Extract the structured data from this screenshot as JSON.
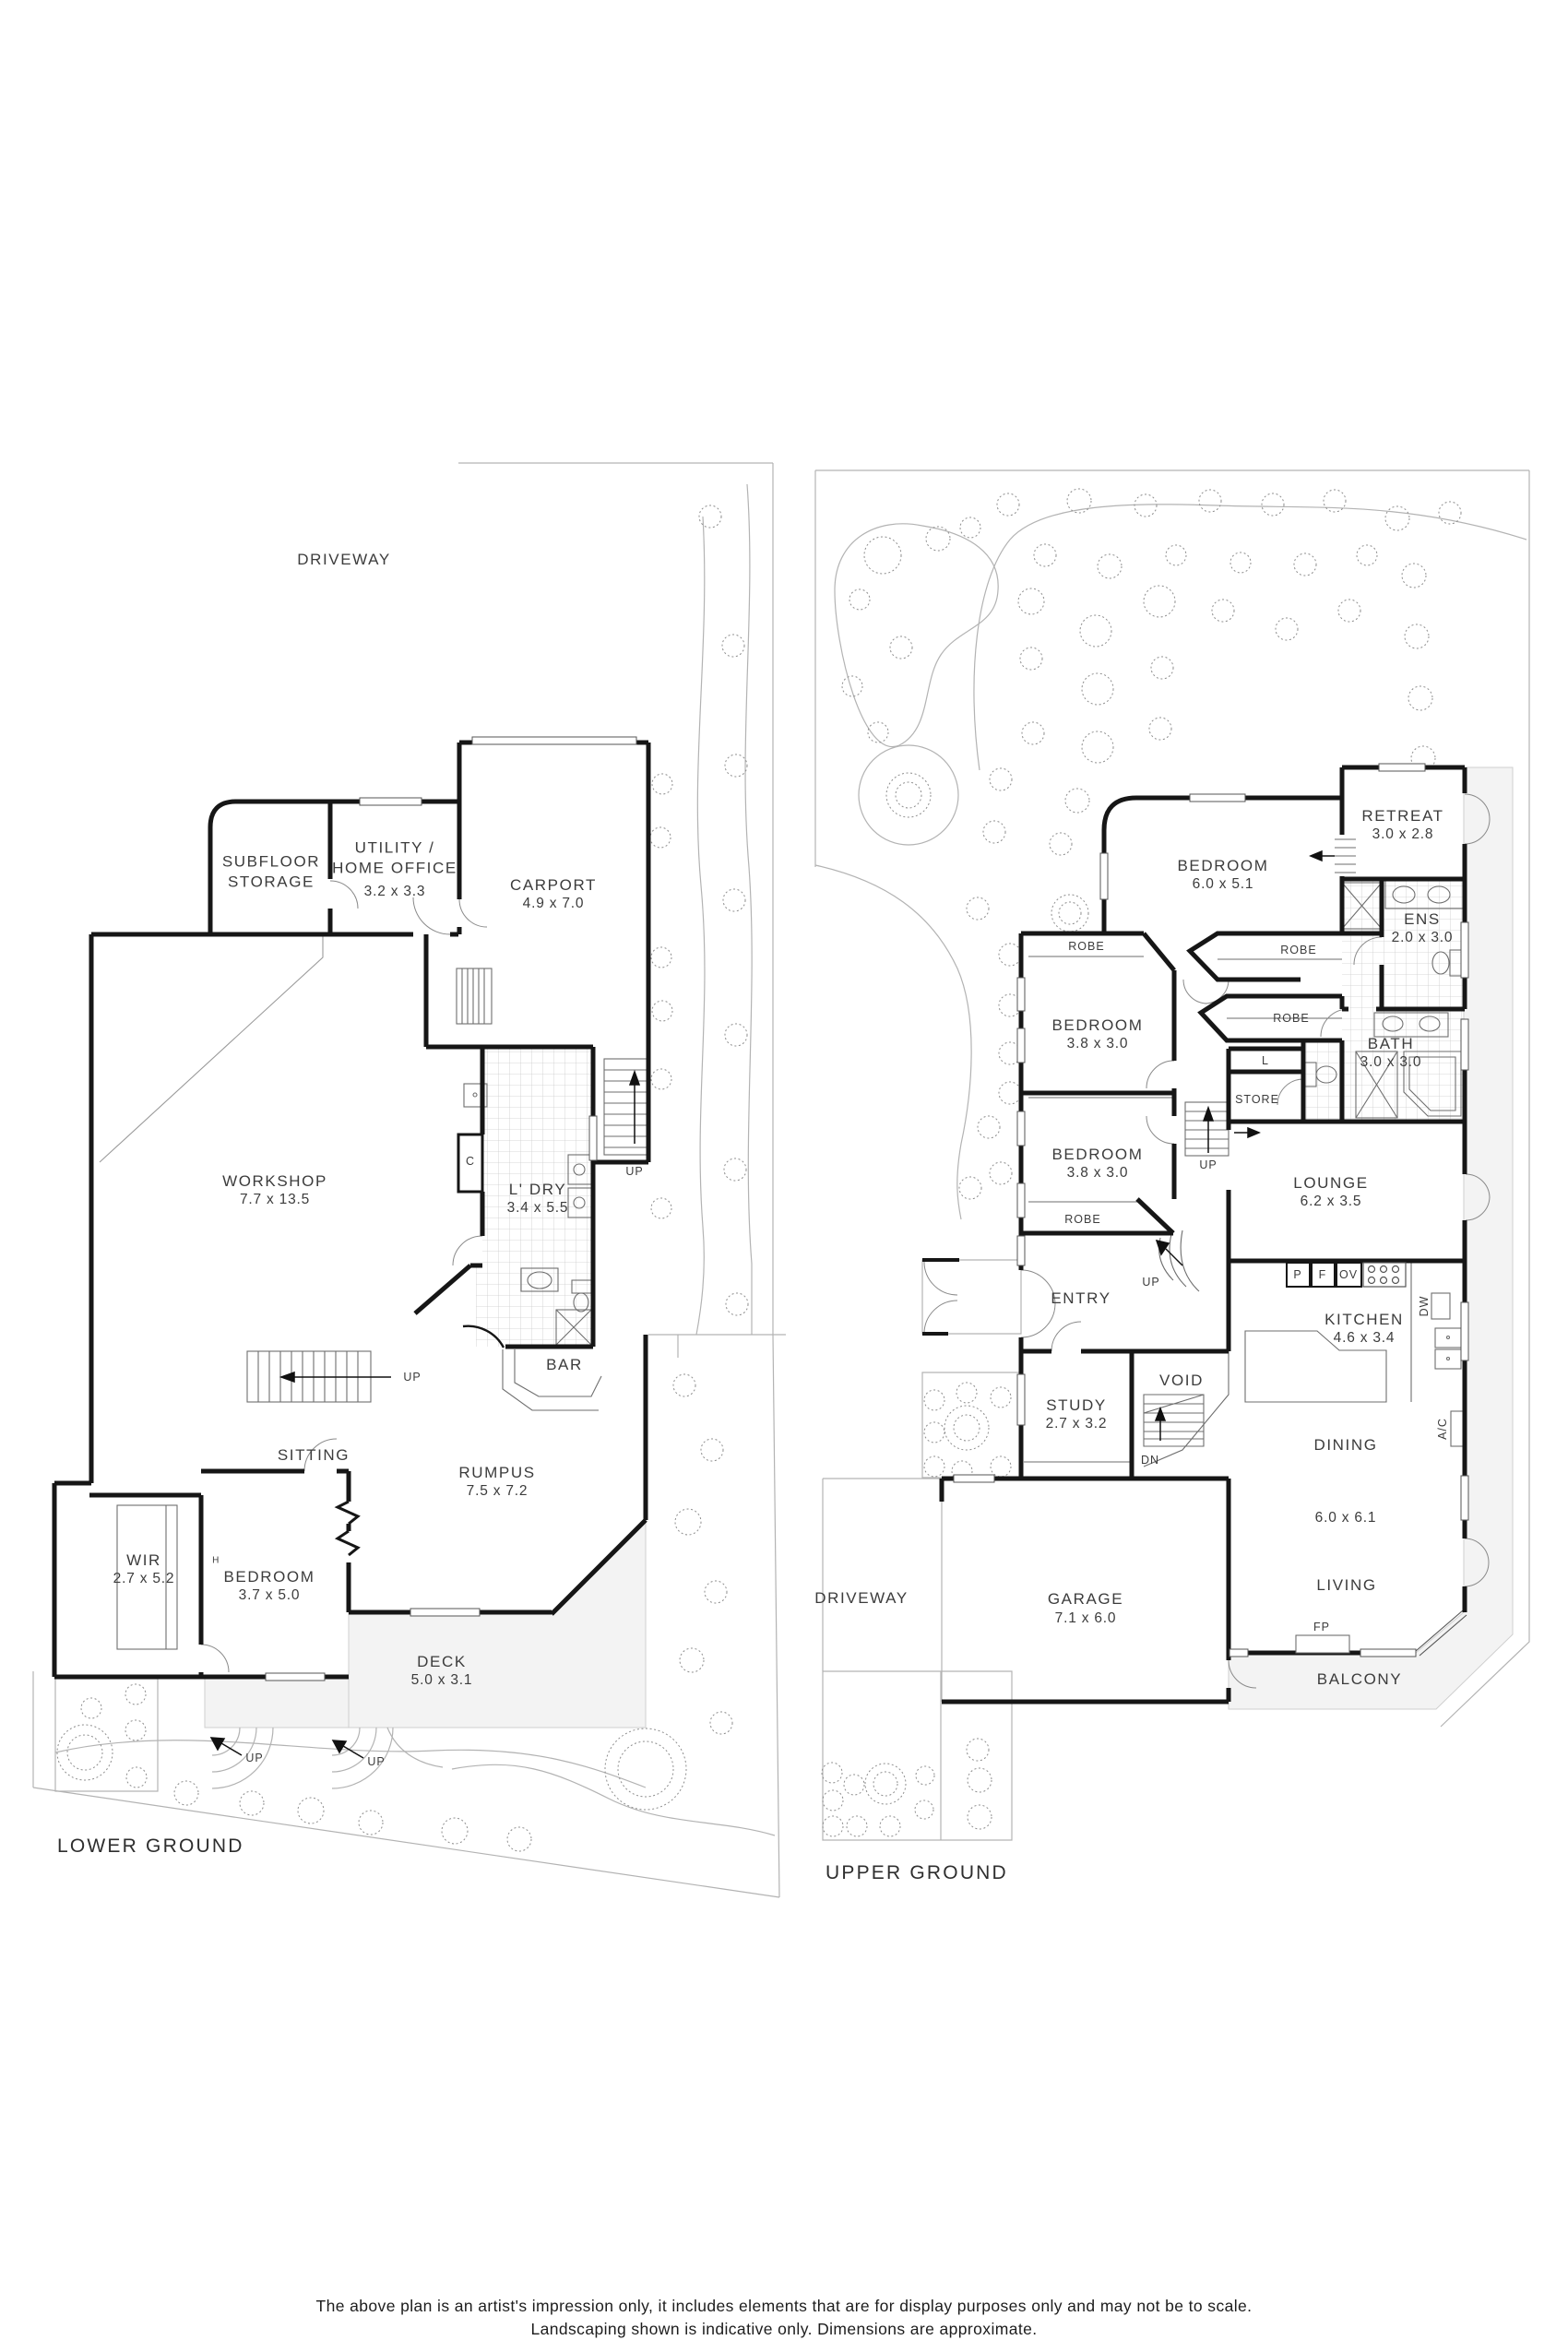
{
  "page": {
    "footer_line1": "The above plan is an artist's impression only, it includes elements that are for display purposes only and may not be to scale.",
    "footer_line2": "Landscaping shown is indicative only. Dimensions are approximate."
  },
  "lower": {
    "title": "LOWER GROUND",
    "rooms": {
      "driveway": {
        "name": "DRIVEWAY"
      },
      "subfloor": {
        "name": "SUBFLOOR\nSTORAGE"
      },
      "utility": {
        "name": "UTILITY /\nHOME OFFICE",
        "dims": "3.2 x 3.3"
      },
      "carport": {
        "name": "CARPORT",
        "dims": "4.9 x 7.0"
      },
      "workshop": {
        "name": "WORKSHOP",
        "dims": "7.7 x 13.5"
      },
      "laundry": {
        "name": "L' DRY",
        "dims": "3.4 x 5.5"
      },
      "bar": {
        "name": "BAR"
      },
      "sitting": {
        "name": "SITTING"
      },
      "rumpus": {
        "name": "RUMPUS",
        "dims": "7.5 x 7.2"
      },
      "wir": {
        "name": "WIR",
        "dims": "2.7 x 5.2"
      },
      "bedroom": {
        "name": "BEDROOM",
        "dims": "3.7 x 5.0"
      },
      "deck": {
        "name": "DECK",
        "dims": "5.0 x 3.1"
      }
    },
    "marks": {
      "c": "C",
      "h": "H",
      "up_laundry": "UP",
      "up_sitting": "UP",
      "up_garden1": "UP",
      "up_garden2": "UP"
    }
  },
  "upper": {
    "title": "UPPER GROUND",
    "rooms": {
      "bedroom_main": {
        "name": "BEDROOM",
        "dims": "6.0 x 5.1"
      },
      "retreat": {
        "name": "RETREAT",
        "dims": "3.0 x 2.8"
      },
      "ens": {
        "name": "ENS",
        "dims": "2.0 x 3.0"
      },
      "bedroom2": {
        "name": "BEDROOM",
        "dims": "3.8 x 3.0"
      },
      "bedroom3": {
        "name": "BEDROOM",
        "dims": "3.8 x 3.0"
      },
      "bath": {
        "name": "BATH",
        "dims": "3.0 x 3.0"
      },
      "store": {
        "name": "STORE"
      },
      "lounge": {
        "name": "LOUNGE",
        "dims": "6.2 x 3.5"
      },
      "entry": {
        "name": "ENTRY"
      },
      "study": {
        "name": "STUDY",
        "dims": "2.7 x 3.2"
      },
      "void": {
        "name": "VOID"
      },
      "kitchen": {
        "name": "KITCHEN",
        "dims": "4.6 x 3.4"
      },
      "dining": {
        "name": "DINING"
      },
      "dining_living_dims": "6.0 x 6.1",
      "living": {
        "name": "LIVING"
      },
      "balcony": {
        "name": "BALCONY"
      },
      "garage": {
        "name": "GARAGE",
        "dims": "7.1 x 6.0"
      },
      "driveway": {
        "name": "DRIVEWAY"
      }
    },
    "marks": {
      "robe_top": "ROBE",
      "robe_u1": "ROBE",
      "robe_u2": "ROBE",
      "robe_bottom": "ROBE",
      "linen": "L",
      "p": "P",
      "f": "F",
      "ov": "OV",
      "dw": "DW",
      "ac": "A/C",
      "fp": "FP",
      "up_hall": "UP",
      "up_entry": "UP",
      "dn": "DN"
    }
  }
}
